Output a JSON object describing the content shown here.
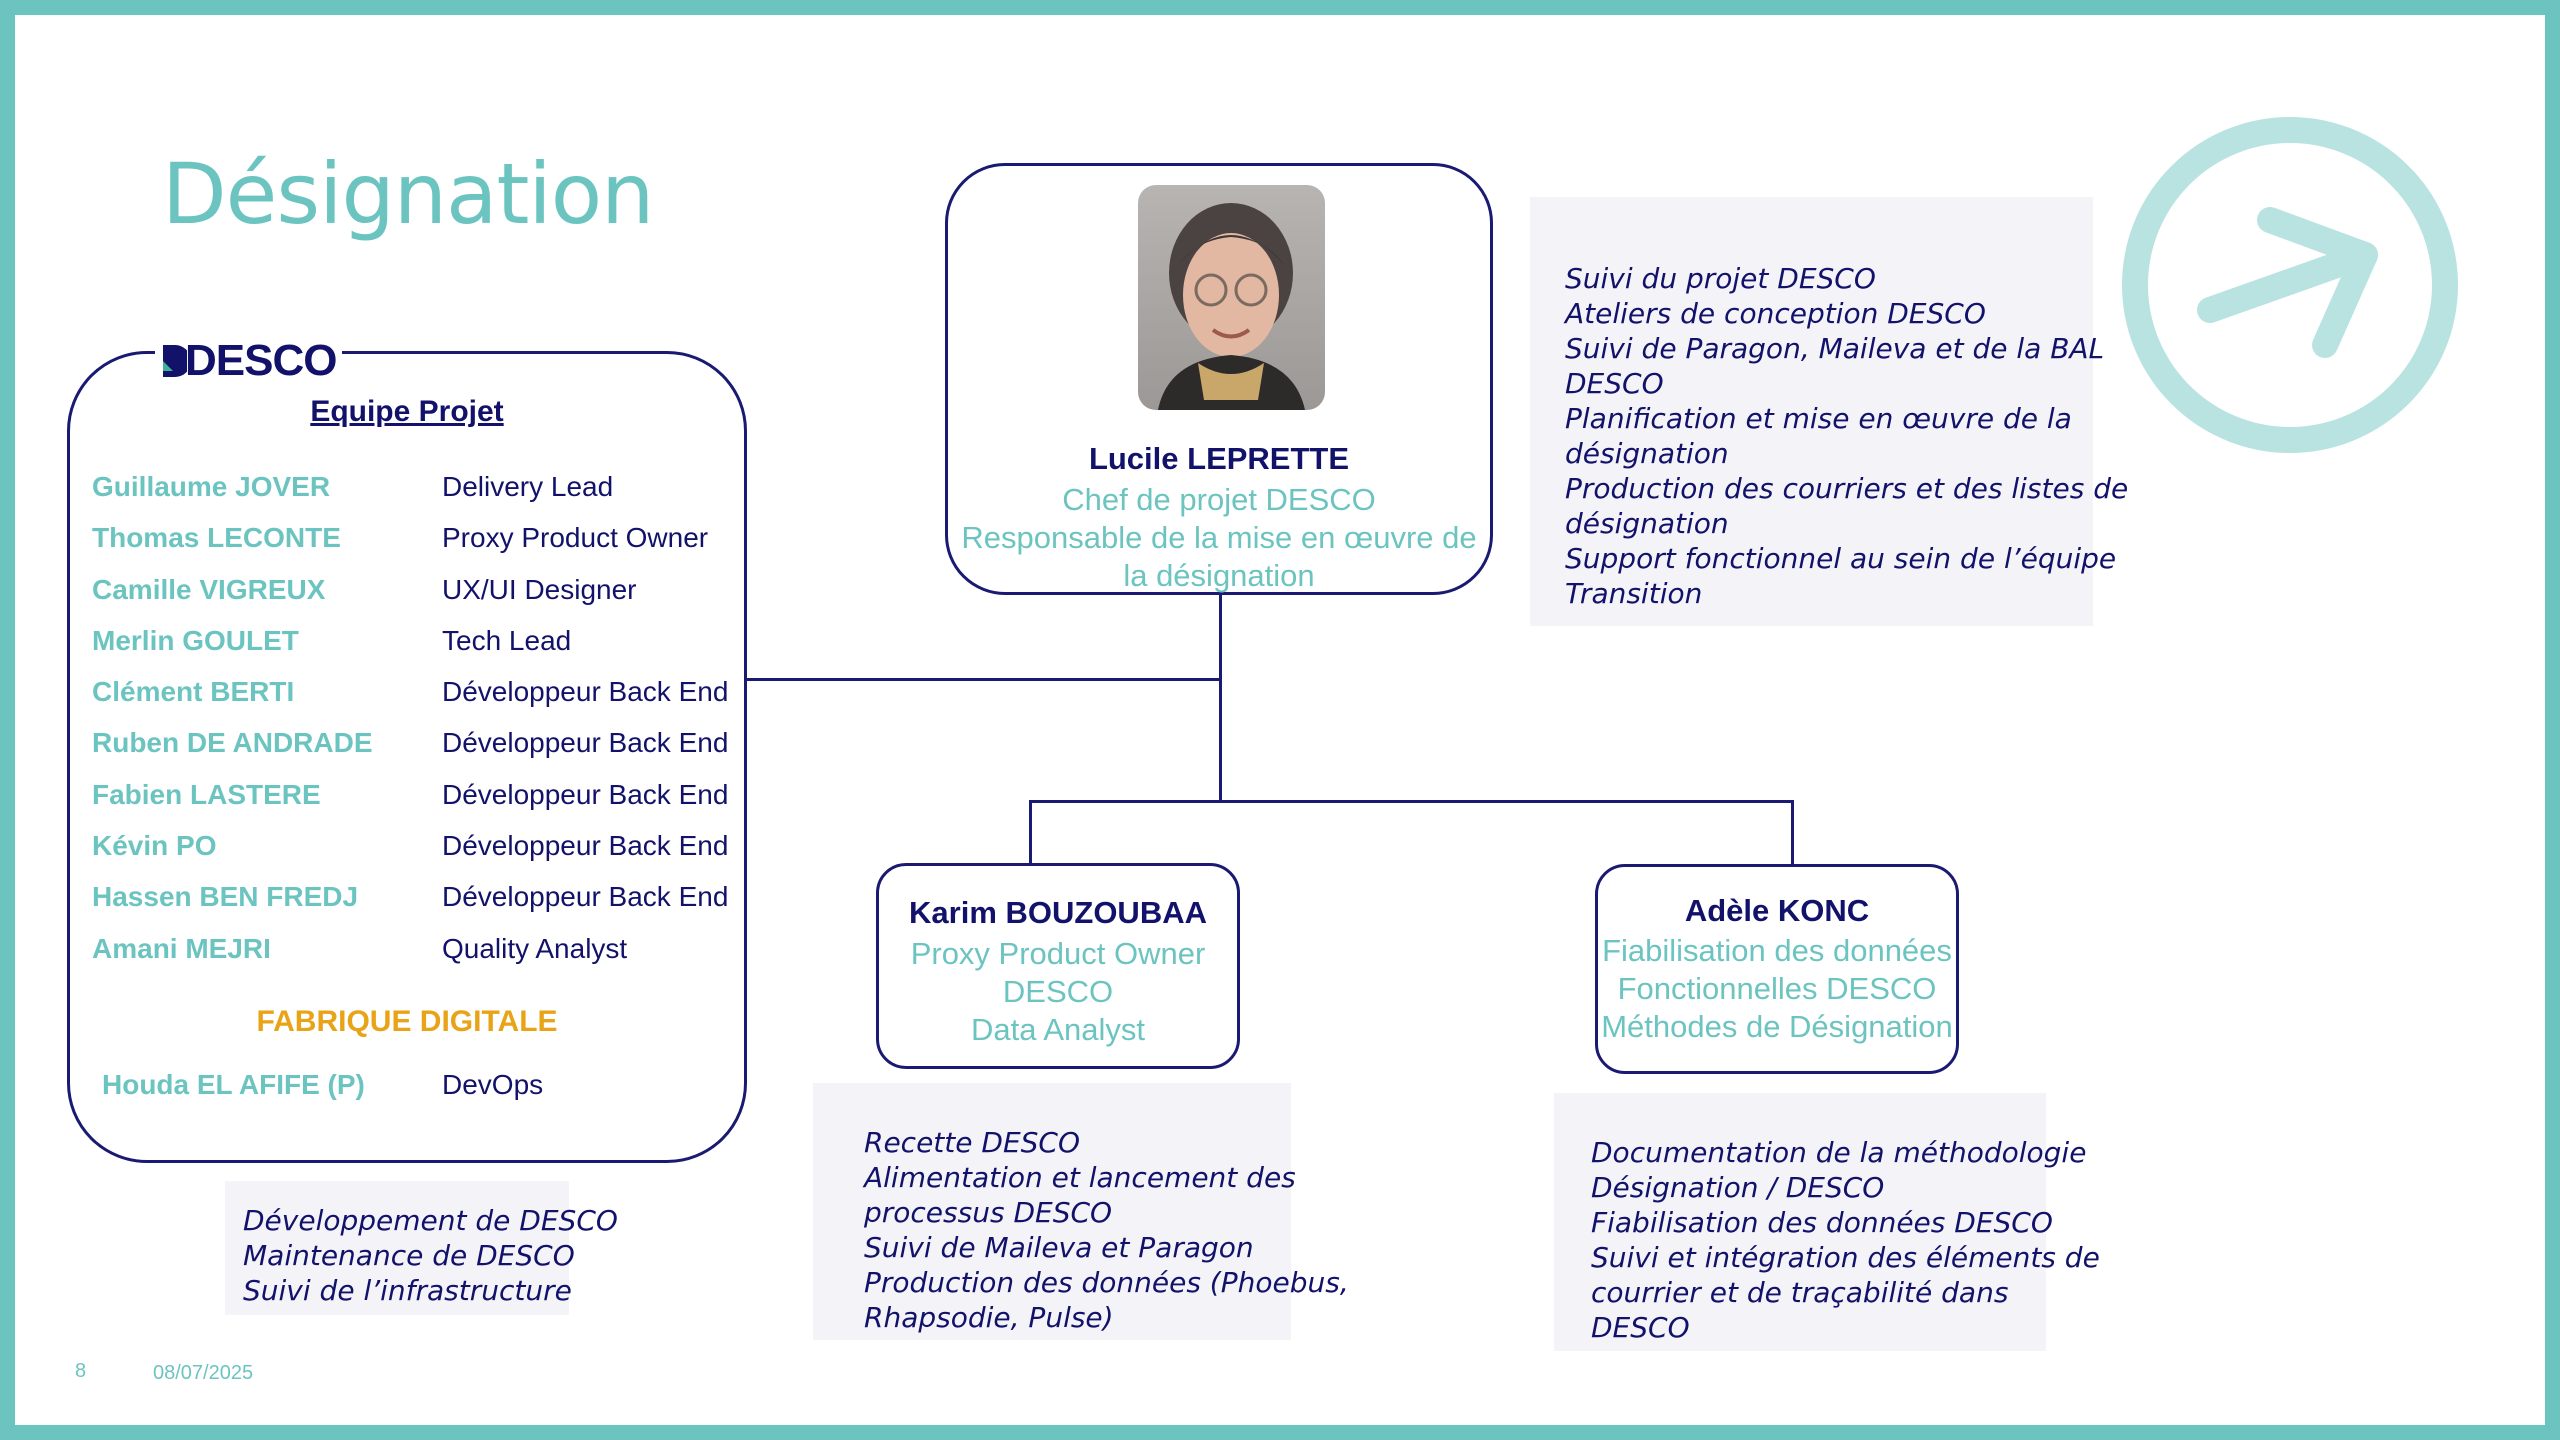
{
  "slide": {
    "title": "Désignation",
    "page_number": "8",
    "date": "08/07/2025"
  },
  "team_box": {
    "logo_text": "DESCO",
    "heading": "Equipe Projet",
    "members": [
      {
        "name": "Guillaume JOVER",
        "role": "Delivery Lead"
      },
      {
        "name": "Thomas LECONTE",
        "role": "Proxy Product Owner"
      },
      {
        "name": "Camille VIGREUX",
        "role": "UX/UI Designer"
      },
      {
        "name": "Merlin GOULET",
        "role": "Tech Lead"
      },
      {
        "name": "Clément BERTI",
        "role": "Développeur Back End"
      },
      {
        "name": "Ruben DE ANDRADE",
        "role": "Développeur Back End"
      },
      {
        "name": "Fabien LASTERE",
        "role": "Développeur Back End"
      },
      {
        "name": "Kévin PO",
        "role": "Développeur Back End"
      },
      {
        "name": "Hassen BEN FREDJ",
        "role": "Développeur Back End"
      },
      {
        "name": "Amani MEJRI",
        "role": "Quality Analyst"
      }
    ],
    "fabrique_heading": "FABRIQUE DIGITALE",
    "fabrique_member": {
      "name": "Houda EL AFIFE (P)",
      "role": "DevOps"
    },
    "notes": [
      "Développement de DESCO",
      "Maintenance de DESCO",
      "Suivi de l’infrastructure"
    ]
  },
  "lead_card": {
    "name": "Lucile LEPRETTE",
    "role_line1": "Chef de projet DESCO",
    "role_line2": "Responsable de la mise en œuvre de",
    "role_line3": "la désignation",
    "notes": [
      "Suivi du projet DESCO",
      "Ateliers de conception DESCO",
      "Suivi de Paragon, Maileva et de la BAL",
      "DESCO",
      "Planification et mise en œuvre de la",
      "désignation",
      "Production des courriers et des listes de",
      "désignation",
      "Support fonctionnel au sein de l’équipe",
      "Transition"
    ]
  },
  "karim_card": {
    "name": "Karim BOUZOUBAA",
    "role_line1": "Proxy Product Owner",
    "role_line2": "DESCO",
    "role_line3": "Data Analyst",
    "notes": [
      "Recette DESCO",
      "Alimentation et lancement des",
      "processus DESCO",
      "Suivi de Maileva et Paragon",
      "Production des données (Phoebus,",
      "Rhapsodie, Pulse)"
    ]
  },
  "adele_card": {
    "name": "Adèle KONC",
    "role_line1": "Fiabilisation des données",
    "role_line2": "Fonctionnelles DESCO",
    "role_line3": "Méthodes de Désignation",
    "notes": [
      "Documentation de la méthodologie",
      "Désignation / DESCO",
      "Fiabilisation des données DESCO",
      "Suivi et intégration des éléments de",
      "courrier et de traçabilité dans",
      "DESCO"
    ]
  },
  "colors": {
    "frame": "#6cc4c0",
    "navy": "#12126b",
    "teal": "#6cc4c0",
    "orange": "#e8a317",
    "note_bg": "#f3f3f8"
  }
}
